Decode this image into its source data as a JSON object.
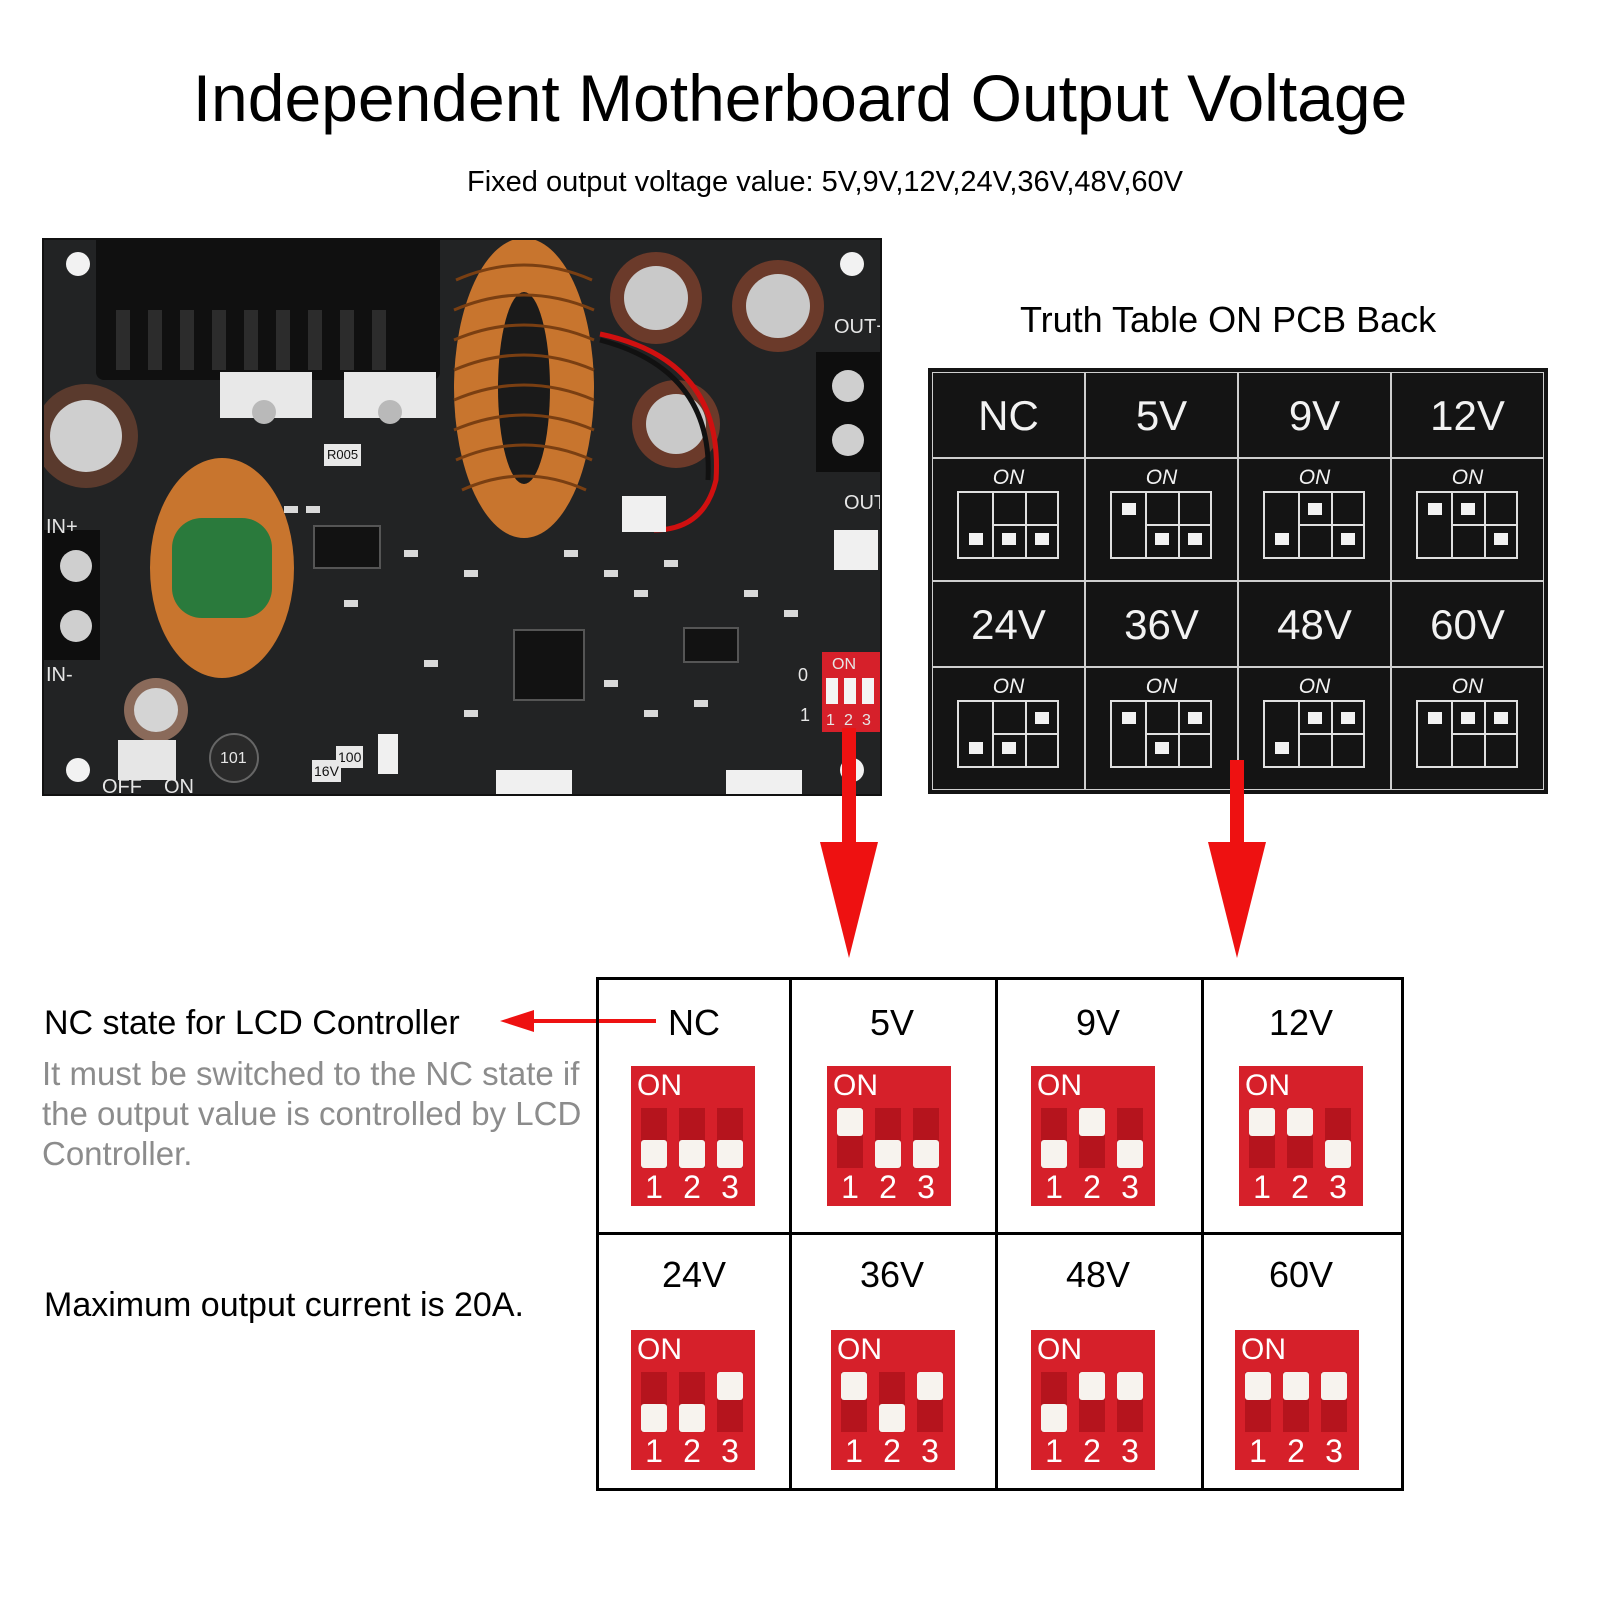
{
  "title": "Independent Motherboard Output Voltage",
  "subtitle": "Fixed output voltage value: 5V,9V,12V,24V,36V,48V,60V",
  "truth_table_heading": "Truth Table ON PCB Back",
  "pcb": {
    "labels": {
      "in_plus": "IN+",
      "in_minus": "IN-",
      "out_plus": "OUT+",
      "out_minus": "OUT-",
      "off": "OFF",
      "on": "ON",
      "cap_value": "100",
      "cap_rating": "16V",
      "inductor_code": "101",
      "resistor_code": "R005",
      "dip_on": "ON",
      "dip_numbers": [
        "1",
        "2",
        "3"
      ],
      "dip_side_0": "0",
      "dip_side_1": "1"
    }
  },
  "truth_table": {
    "on_label": "ON",
    "cells": [
      {
        "value": "NC",
        "switches": [
          "off",
          "off",
          "off"
        ]
      },
      {
        "value": "5V",
        "switches": [
          "on",
          "off",
          "off"
        ]
      },
      {
        "value": "9V",
        "switches": [
          "off",
          "on",
          "off"
        ]
      },
      {
        "value": "12V",
        "switches": [
          "on",
          "on",
          "off"
        ]
      },
      {
        "value": "24V",
        "switches": [
          "off",
          "off",
          "on"
        ]
      },
      {
        "value": "36V",
        "switches": [
          "on",
          "off",
          "on"
        ]
      },
      {
        "value": "48V",
        "switches": [
          "off",
          "on",
          "on"
        ]
      },
      {
        "value": "60V",
        "switches": [
          "on",
          "on",
          "on"
        ]
      }
    ]
  },
  "dip_grid": {
    "on_label": "ON",
    "numbers": [
      "1",
      "2",
      "3"
    ],
    "cells": [
      {
        "value": "NC",
        "switches": [
          "off",
          "off",
          "off"
        ]
      },
      {
        "value": "5V",
        "switches": [
          "on",
          "off",
          "off"
        ]
      },
      {
        "value": "9V",
        "switches": [
          "off",
          "on",
          "off"
        ]
      },
      {
        "value": "12V",
        "switches": [
          "on",
          "on",
          "off"
        ]
      },
      {
        "value": "24V",
        "switches": [
          "off",
          "off",
          "on"
        ]
      },
      {
        "value": "36V",
        "switches": [
          "on",
          "off",
          "on"
        ]
      },
      {
        "value": "48V",
        "switches": [
          "off",
          "on",
          "on"
        ]
      },
      {
        "value": "60V",
        "switches": [
          "on",
          "on",
          "on"
        ]
      }
    ]
  },
  "notes": {
    "nc_state": "NC state for LCD Controller",
    "nc_description": "It must be switched to the NC state if the output value is controlled by LCD Controller.",
    "max_current": "Maximum output current is 20A."
  },
  "colors": {
    "arrow_red": "#ee1111",
    "dip_red": "#d6202a",
    "pcb_black": "#222324",
    "copper": "#c8752e"
  }
}
